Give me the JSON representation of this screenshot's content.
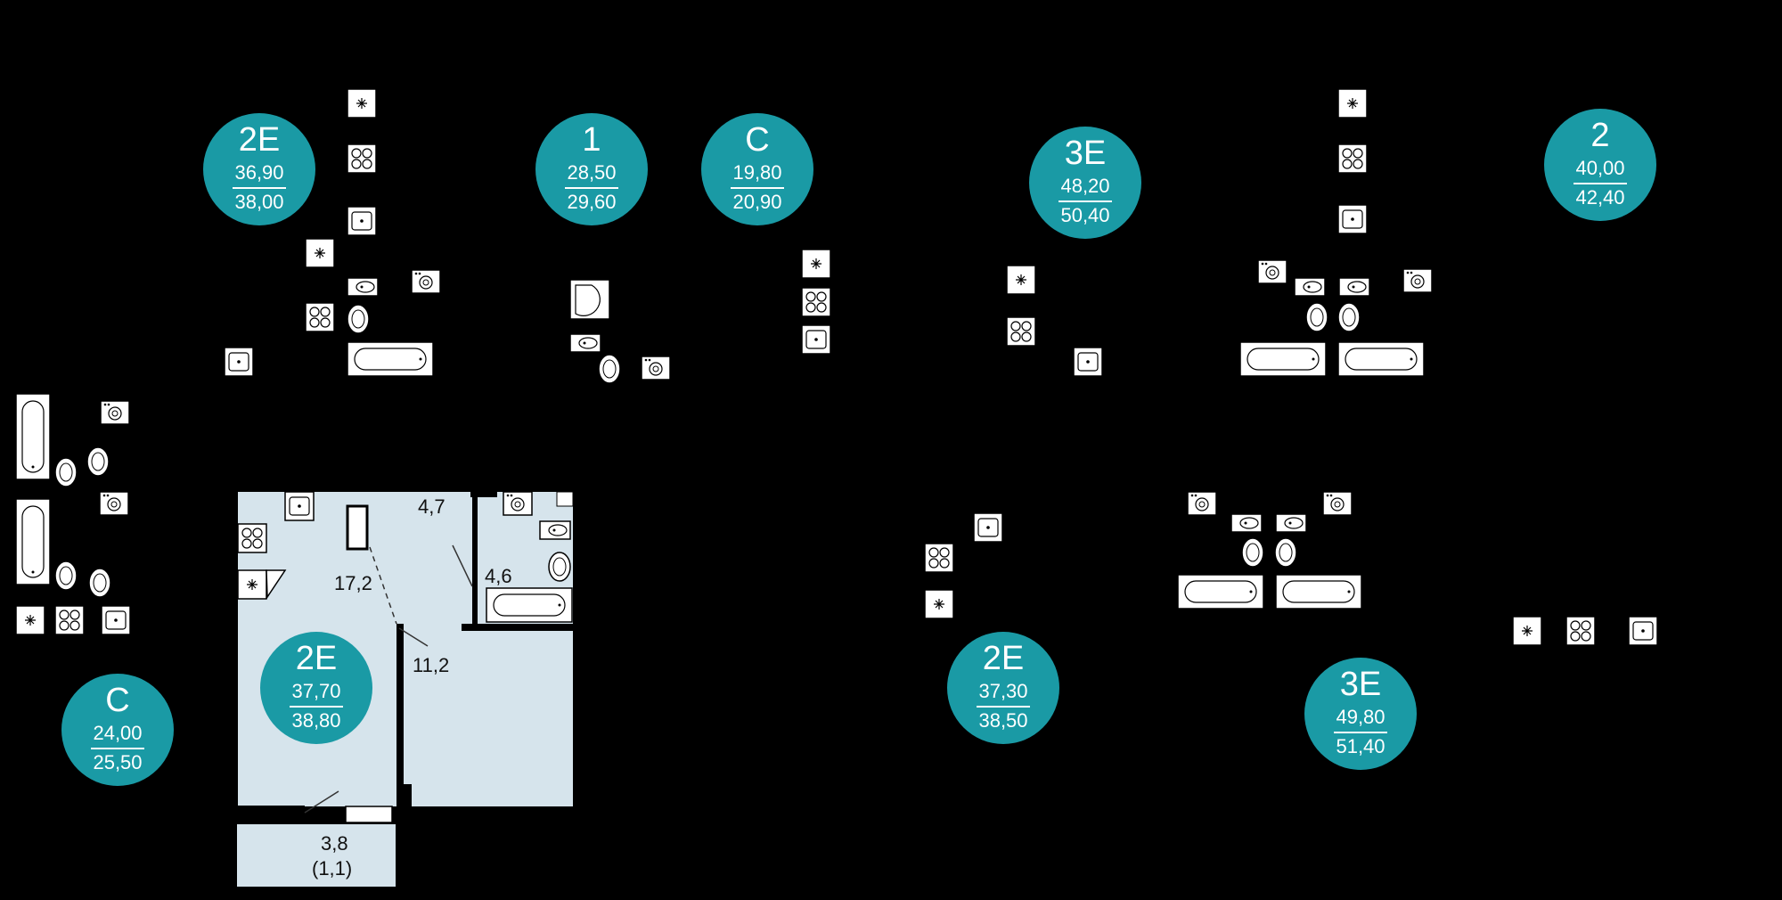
{
  "plan_title": "",
  "colors": {
    "background": "#000000",
    "badge": "#1a9aa5",
    "room_fill": "#d6e4ec",
    "fixture": "#ffffff"
  },
  "apartments": [
    {
      "id": "apt-1",
      "type": "2E",
      "living_area": "36,90",
      "total_area": "38,00"
    },
    {
      "id": "apt-2",
      "type": "1",
      "living_area": "28,50",
      "total_area": "29,60"
    },
    {
      "id": "apt-3",
      "type": "С",
      "living_area": "19,80",
      "total_area": "20,90"
    },
    {
      "id": "apt-4",
      "type": "3E",
      "living_area": "48,20",
      "total_area": "50,40"
    },
    {
      "id": "apt-5",
      "type": "2",
      "living_area": "40,00",
      "total_area": "42,40"
    },
    {
      "id": "apt-6",
      "type": "С",
      "living_area": "24,00",
      "total_area": "25,50"
    },
    {
      "id": "apt-7",
      "type": "2E",
      "living_area": "37,70",
      "total_area": "38,80",
      "highlighted": true
    },
    {
      "id": "apt-8",
      "type": "2E",
      "living_area": "37,30",
      "total_area": "38,50"
    },
    {
      "id": "apt-9",
      "type": "3E",
      "living_area": "49,80",
      "total_area": "51,40"
    }
  ],
  "rooms": {
    "hall": "4,7",
    "bathroom": "4,6",
    "living_kitchen": "17,2",
    "bedroom": "11,2",
    "balcony_area": "3,8",
    "balcony_reduced": "(1,1)"
  }
}
